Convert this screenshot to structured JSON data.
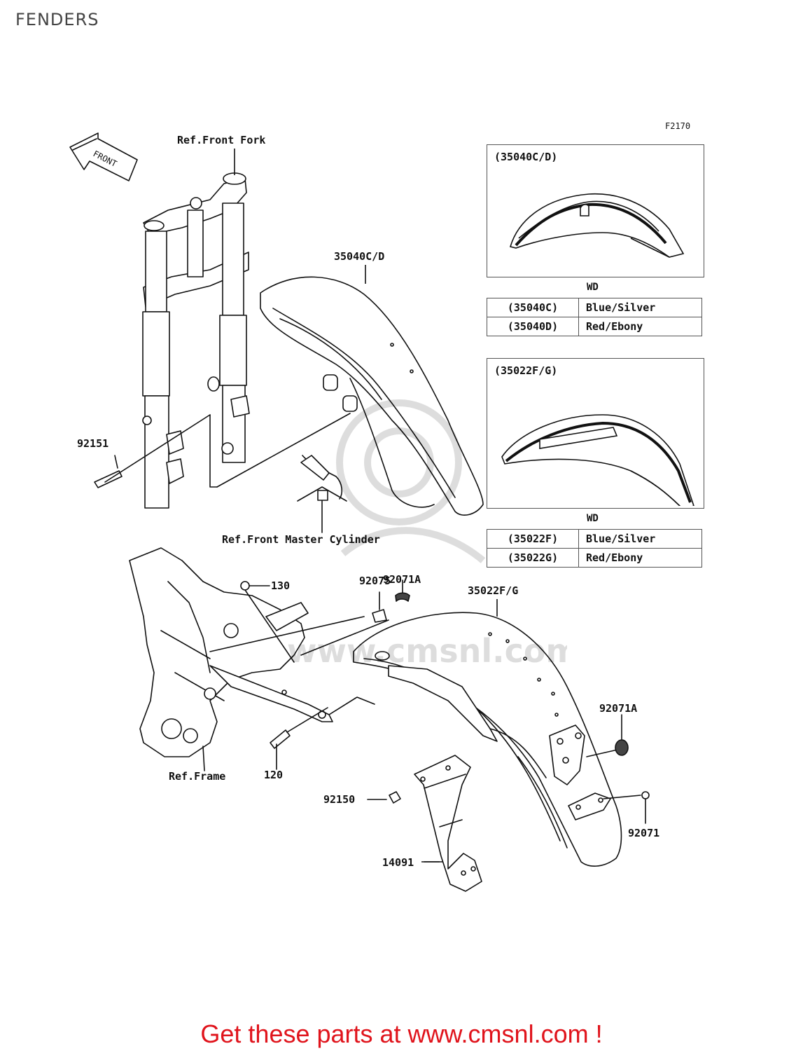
{
  "page": {
    "title": "FENDERS",
    "figure_code": "F2170"
  },
  "labels": {
    "ref_front_fork": "Ref.Front Fork",
    "ref_front_master_cylinder": "Ref.Front Master Cylinder",
    "ref_frame": "Ref.Frame",
    "front_arrow": "FRONT",
    "part_35040": "35040C/D",
    "part_92151": "92151",
    "part_92071A_top": "92071A",
    "part_92075": "92075",
    "part_35022": "35022F/G",
    "part_130": "130",
    "part_120": "120",
    "part_92071A_right": "92071A",
    "part_92150": "92150",
    "part_92071": "92071",
    "part_14091": "14091"
  },
  "front_fender_box": {
    "caption": "(35040C/D)",
    "wd": "WD",
    "rows": [
      {
        "code": "(35040C)",
        "color": "Blue/Silver"
      },
      {
        "code": "(35040D)",
        "color": "Red/Ebony"
      }
    ]
  },
  "rear_fender_box": {
    "caption": "(35022F/G)",
    "wd": "WD",
    "rows": [
      {
        "code": "(35022F)",
        "color": "Blue/Silver"
      },
      {
        "code": "(35022G)",
        "color": "Red/Ebony"
      }
    ]
  },
  "watermark_text": "www.cmsnl.com",
  "footer": {
    "link_text": "Get these parts at www.cmsnl.com !"
  }
}
